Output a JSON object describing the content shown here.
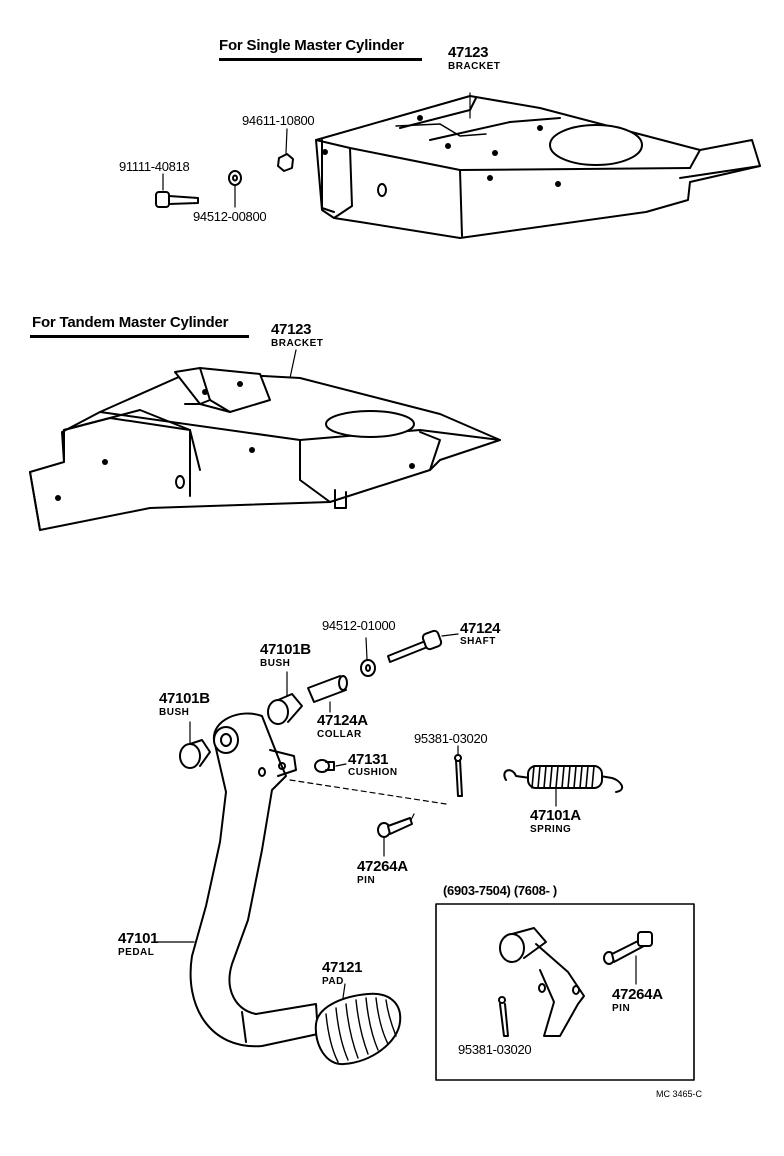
{
  "sections": {
    "single": {
      "title": "For Single Master Cylinder"
    },
    "tandem": {
      "title": "For Tandem Master Cylinder"
    }
  },
  "parts": {
    "bracket_single": {
      "number": "47123",
      "name": "BRACKET"
    },
    "nut": {
      "number": "94611-10800"
    },
    "bolt": {
      "number": "91111-40818"
    },
    "washer_small": {
      "number": "94512-00800"
    },
    "bracket_tandem": {
      "number": "47123",
      "name": "BRACKET"
    },
    "washer": {
      "number": "94512-01000"
    },
    "shaft": {
      "number": "47124",
      "name": "SHAFT"
    },
    "bush_upper": {
      "number": "47101B",
      "name": "BUSH"
    },
    "bush_left": {
      "number": "47101B",
      "name": "BUSH"
    },
    "collar": {
      "number": "47124A",
      "name": "COLLAR"
    },
    "cushion": {
      "number": "47131",
      "name": "CUSHION"
    },
    "cotter_pin": {
      "number": "95381-03020"
    },
    "spring": {
      "number": "47101A",
      "name": "SPRING"
    },
    "pin": {
      "number": "47264A",
      "name": "PIN"
    },
    "pedal": {
      "number": "47101",
      "name": "PEDAL"
    },
    "pad": {
      "number": "47121",
      "name": "PAD"
    }
  },
  "inset": {
    "date_range": "(6903-7504) (7608-        )",
    "pin": {
      "number": "47264A",
      "name": "PIN"
    },
    "cotter_pin": {
      "number": "95381-03020"
    }
  },
  "footer": {
    "code": "MC 3465-C"
  }
}
